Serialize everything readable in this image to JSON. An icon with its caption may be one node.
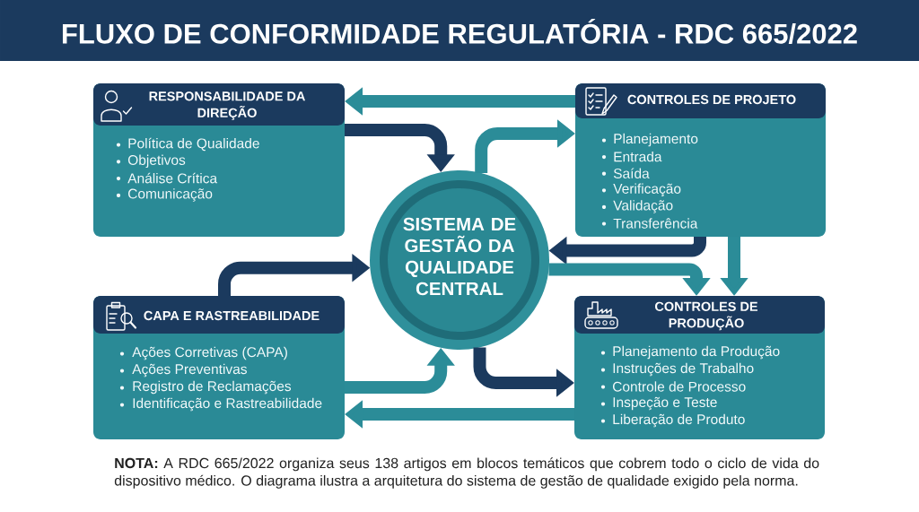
{
  "diagram": {
    "title": "FLUXO DE CONFORMIDADE REGULATÓRIA - RDC 665/2022",
    "nodes": [
      {
        "text": [
          "RESPONSABILIDADE DA DIREÇÃO",
          "Política de Qualidade",
          "Objetivos",
          "Análise Crítica",
          "Comunicação"
        ]
      },
      {
        "text": [
          "CONTROLES DE PROJETO",
          "Planejamento",
          "Entrada",
          "Saída",
          "Verificação",
          "Validação",
          "Transferência"
        ]
      },
      {
        "text": [
          "SISTEMA DE GESTÃO DA QUALIDADE CENTRAL"
        ]
      },
      {
        "text": [
          "CAPA E RASTREABILIDADE",
          "Ações Corretivas (CAPA)",
          "Ações Preventivas",
          "Registro de Reclamações",
          "Identificação e Rastreabilidade"
        ]
      },
      {
        "text": [
          "CONTROLES DE PRODUÇÃO",
          "Planejamento da Produção",
          "Instruções de Trabalho",
          "Controle de Processo",
          "Inspeção e Teste",
          "Liberação de Produto"
        ]
      }
    ],
    "edges": [
      {
        "from": 1,
        "to": 0,
        "arrow": "to"
      },
      {
        "from": 0,
        "to": 2,
        "arrow": "to",
        "color": "#1b3a5e"
      },
      {
        "from": 2,
        "to": 1,
        "arrow": "to"
      },
      {
        "from": 1,
        "to": 2,
        "arrow": "to",
        "color": "#1b3a5e"
      },
      {
        "from": 1,
        "to": 4,
        "arrow": "to"
      },
      {
        "from": 2,
        "to": 4,
        "arrow": "to"
      },
      {
        "from": 3,
        "to": 2,
        "arrow": "to",
        "color": "#1b3a5e"
      },
      {
        "from": 3,
        "to": 2,
        "arrow": "to"
      },
      {
        "from": 2,
        "to": 4,
        "arrow": "to",
        "color": "#1b3a5e"
      },
      {
        "from": 4,
        "to": 3,
        "arrow": "to"
      }
    ],
    "labels": [
      "**NOTA:** A RDC 665/2022 organiza seus 138 artigos em blocos temáticos que cobrem todo o ciclo de vida do dispositivo médico. O diagrama ilustra a arquitetura do sistema de gestão de qualidade exigido pela norma."
    ]
  }
}
